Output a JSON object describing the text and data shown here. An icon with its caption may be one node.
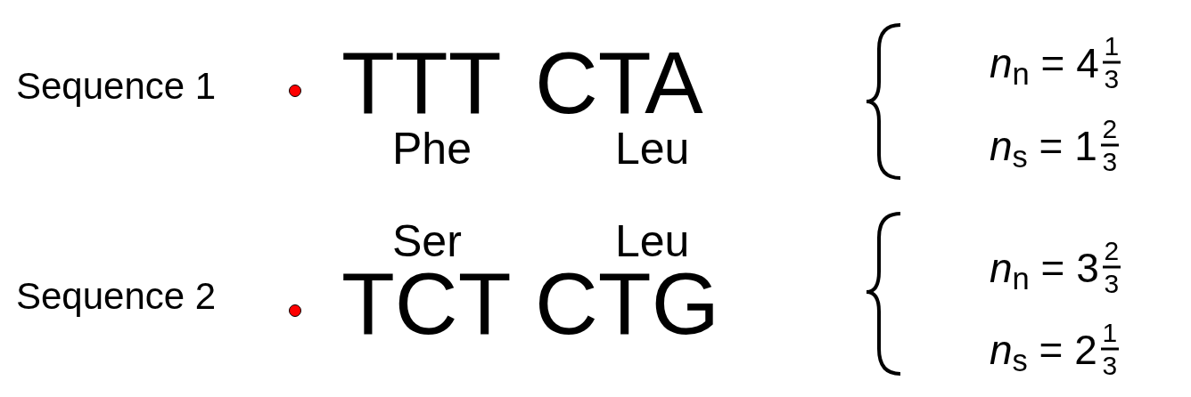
{
  "diagram": {
    "labels": [
      "Sequence 1",
      "TTT",
      "CTA",
      "Phe",
      "Leu",
      "*n*$_{n}$ = 4",
      "1",
      "3",
      "*n*$_{s}$ = 1",
      "2",
      "3",
      "Ser",
      "Leu",
      "Sequence 2",
      "TCT",
      "CTG",
      "*n*$_{n}$ = 3",
      "2",
      "3",
      "*n*$_{s}$ = 2",
      "1",
      "3"
    ]
  }
}
